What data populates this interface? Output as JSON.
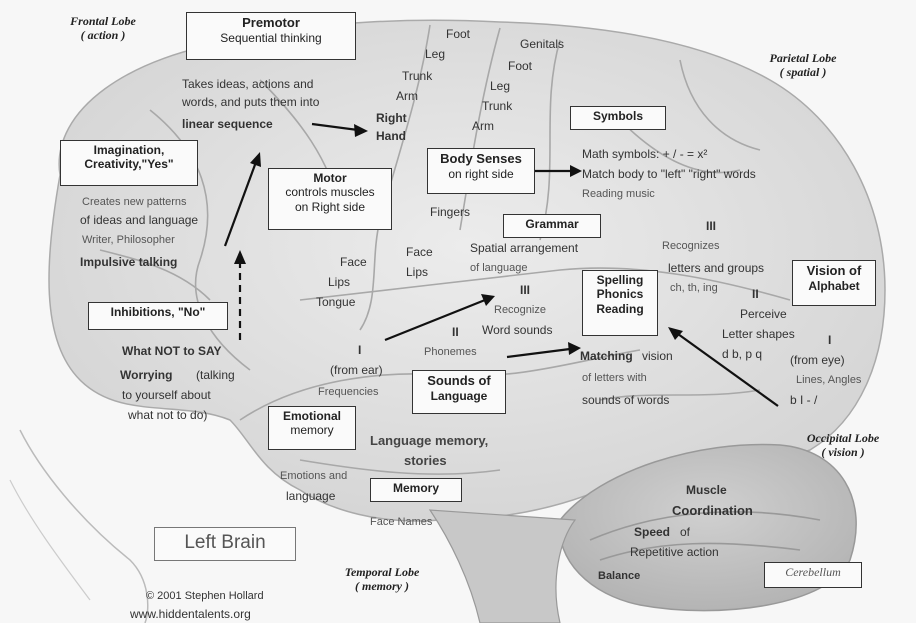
{
  "lobes": {
    "frontal": {
      "name": "Frontal Lobe",
      "role": "( action )"
    },
    "parietal": {
      "name": "Parietal Lobe",
      "role": "( spatial )"
    },
    "occipital": {
      "name": "Occipital Lobe",
      "role": "( vision )"
    },
    "temporal": {
      "name": "Temporal Lobe",
      "role": "( memory )"
    }
  },
  "boxes": {
    "premotor": {
      "line1": "Premotor",
      "line2": "Sequential thinking"
    },
    "imagination": {
      "line1": "Imagination,",
      "line2": "Creativity,\"Yes\""
    },
    "inhibitions": "Inhibitions, \"No\"",
    "motor": {
      "line1": "Motor",
      "line2": "controls muscles",
      "line3": "on Right side"
    },
    "body_senses": {
      "line1": "Body Senses",
      "line2": "on right side"
    },
    "symbols": "Symbols",
    "grammar": "Grammar",
    "spelling": {
      "line1": "Spelling",
      "line2": "Phonics",
      "line3": "Reading"
    },
    "vision_alphabet": {
      "line1": "Vision of",
      "line2": "Alphabet"
    },
    "sounds_language": {
      "line1": "Sounds of",
      "line2": "Language"
    },
    "emotional_memory": {
      "line1": "Emotional",
      "line2": "memory"
    },
    "memory": "Memory",
    "left_brain": "Left Brain",
    "cerebellum": "Cerebellum"
  },
  "texts": {
    "premotor_desc": [
      "Takes ideas, actions and",
      "words, and puts them into"
    ],
    "linear_sequence": "linear sequence",
    "right_hand": [
      "Right",
      "Hand"
    ],
    "motor_body": [
      "Foot",
      "Leg",
      "Trunk",
      "Arm"
    ],
    "sensory_body": [
      "Genitals",
      "Foot",
      "Leg",
      "Trunk",
      "Arm"
    ],
    "fingers": "Fingers",
    "face_lips": [
      "Face",
      "Lips"
    ],
    "face_lips_tongue": [
      "Face",
      "Lips",
      "Tongue"
    ],
    "imagination_desc": [
      "Creates new patterns",
      "of ideas and language",
      "Writer, Philosopher"
    ],
    "impulsive": "Impulsive talking",
    "what_not": "What NOT to SAY",
    "worrying": "Worrying",
    "worrying_desc": [
      "(talking",
      "to yourself about",
      "what not to do)"
    ],
    "math": "Math symbols: + / - = x²",
    "match_body": "Match body to \"left\" \"right\" words",
    "reading_music": "Reading music",
    "spatial": [
      "Spatial arrangement",
      "of language"
    ],
    "roman3_upper": "III",
    "recognizes": [
      "Recognizes",
      "letters and groups",
      "ch, th, ing"
    ],
    "roman2_right": "II",
    "perceive": [
      "Perceive",
      "Letter shapes",
      "d b, p q"
    ],
    "roman1_right": "I",
    "from_eye": [
      "(from eye)",
      "Lines, Angles",
      "b I - /"
    ],
    "roman3_mid": "III",
    "recognize_sounds": [
      "Recognize",
      "Word sounds"
    ],
    "roman2_mid": "II",
    "phonemes": "Phonemes",
    "roman1_mid": "I",
    "from_ear": [
      "(from ear)",
      "Frequencies"
    ],
    "matching": "Matching",
    "matching_desc": [
      "vision",
      "of letters with",
      "sounds of words"
    ],
    "language_memory": [
      "Language memory,",
      "stories"
    ],
    "emotions_language": [
      "Emotions and",
      "language"
    ],
    "face_names": "Face Names",
    "muscle": [
      "Muscle",
      "Coordination"
    ],
    "speed": "Speed",
    "speed_desc": [
      "of",
      "Repetitive action"
    ],
    "balance": "Balance",
    "copyright": "© 2001 Stephen Hollard",
    "url": "www.hiddentalents.org"
  }
}
